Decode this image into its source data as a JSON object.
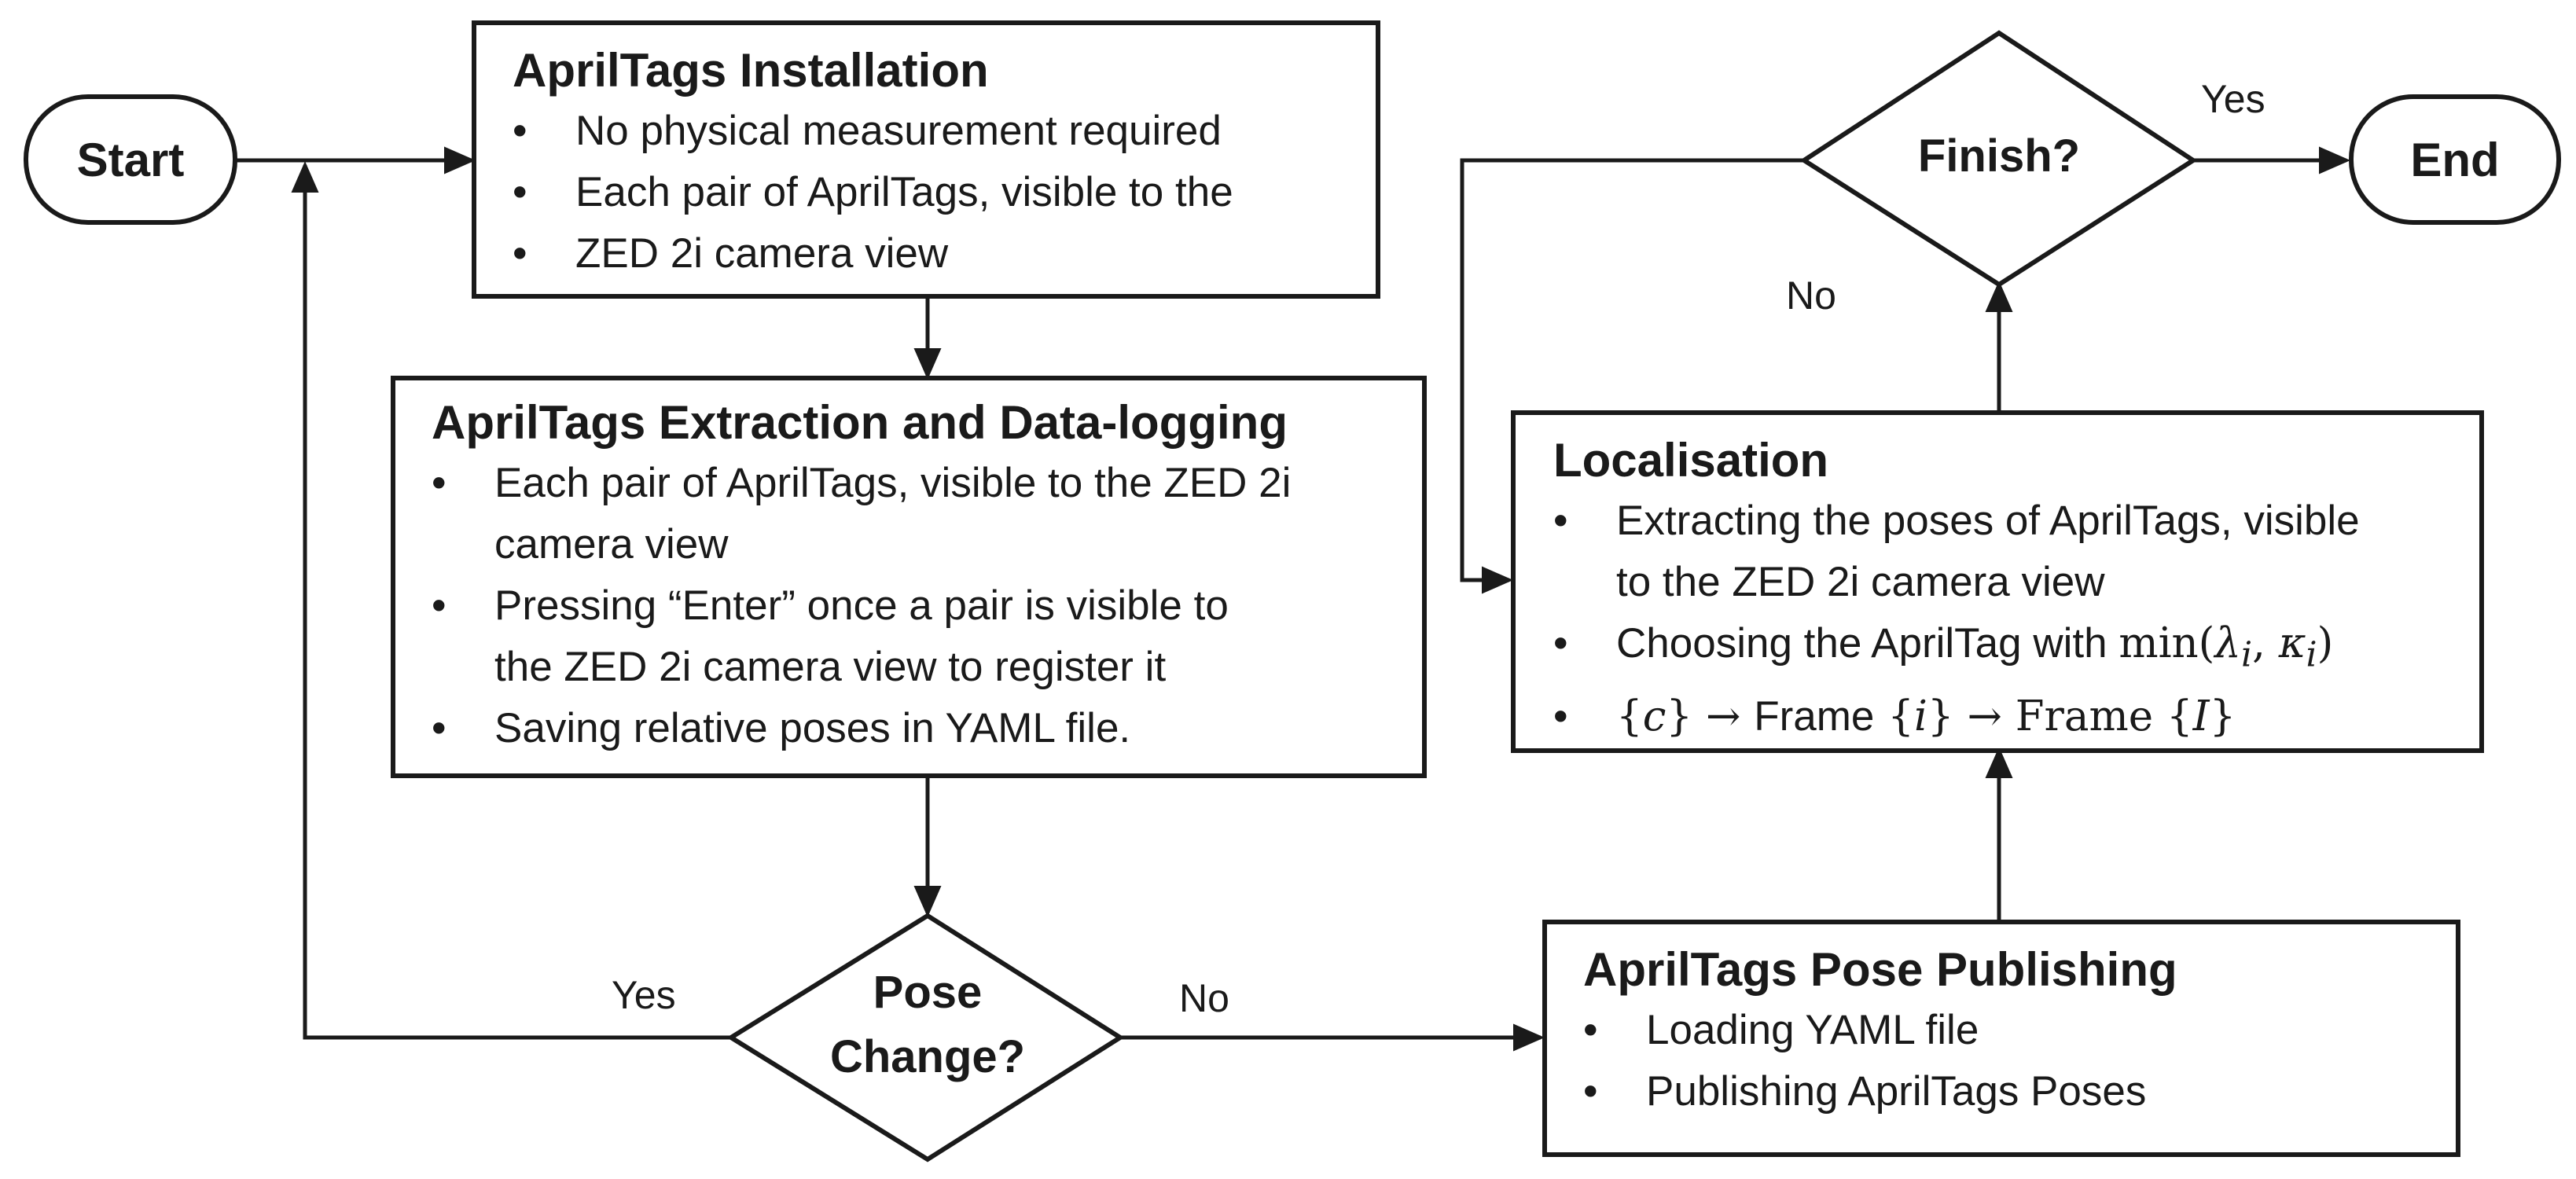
{
  "terminals": {
    "start": "Start",
    "end": "End"
  },
  "installation": {
    "title": "AprilTags Installation",
    "bullets": [
      "No physical measurement required",
      "Each pair of AprilTags, visible to the",
      "ZED 2i camera view"
    ]
  },
  "extraction": {
    "title": "AprilTags Extraction and Data-logging",
    "bullets": [
      "Each pair of AprilTags, visible to the ZED 2i",
      "camera view",
      "Pressing “Enter” once a pair is visible to",
      "the ZED 2i camera view to register it",
      "Saving relative poses in YAML file."
    ]
  },
  "decision_pose": {
    "line1": "Pose",
    "line2": "Change?",
    "yes_label": "Yes",
    "no_label": "No"
  },
  "publishing": {
    "title": "AprilTags Pose Publishing",
    "bullets": [
      "Loading YAML file",
      "Publishing AprilTags Poses"
    ]
  },
  "localisation": {
    "title": "Localisation",
    "bullet1_line1": "Extracting the poses of AprilTags, visible",
    "bullet1_line2": "to the ZED 2i camera view",
    "bullet2_text": "Choosing the AprilTag with ",
    "bullet2_min": "min",
    "bullet2_lambda": "λ",
    "bullet2_kappa": "κ",
    "bullet2_sub": "i",
    "bullet3_c": "c",
    "bullet3_frame1": "Frame",
    "bullet3_i": "i",
    "bullet3_frame2": "Frame",
    "bullet3_I": "I"
  },
  "decision_finish": {
    "text": "Finish?",
    "yes_label": "Yes",
    "no_label": "No"
  }
}
